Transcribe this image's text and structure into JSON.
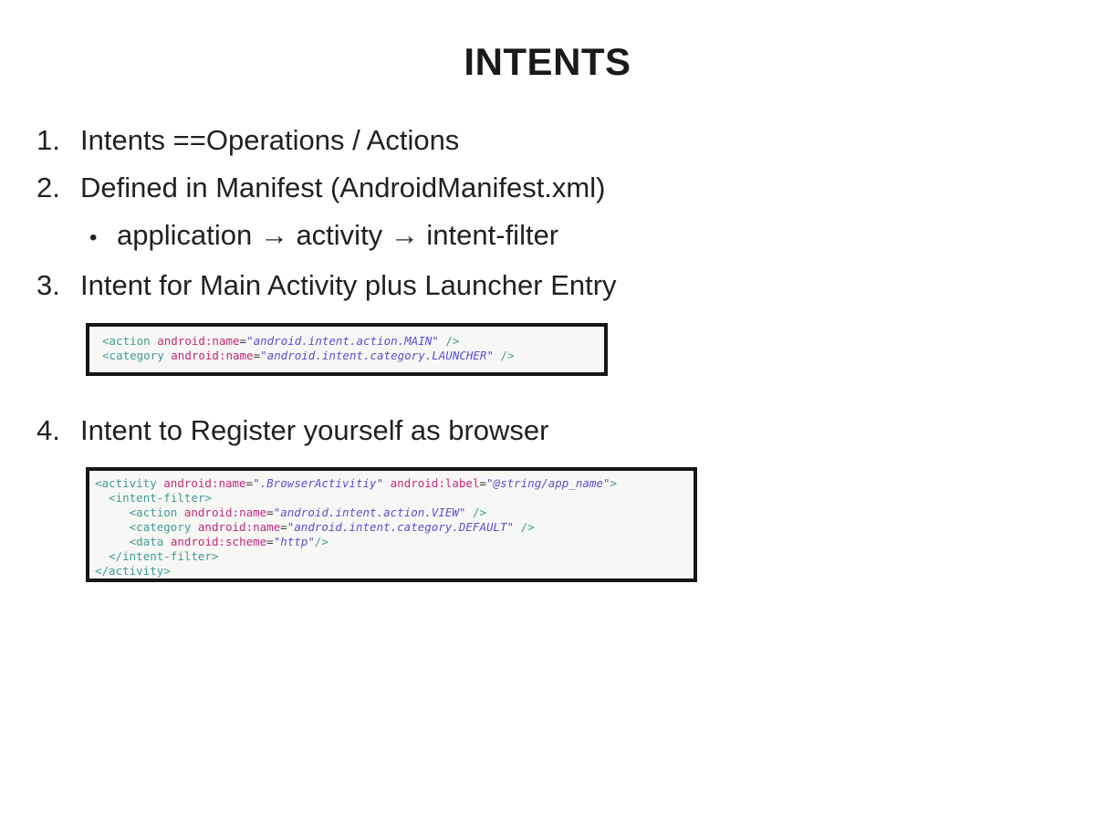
{
  "slide": {
    "title": "INTENTS",
    "background_color": "#ffffff",
    "text_color": "#231f20"
  },
  "list": {
    "items": [
      {
        "number": "1.",
        "text": "Intents ==Operations / Actions"
      },
      {
        "number": "2.",
        "text": "Defined in Manifest (AndroidManifest.xml)"
      }
    ],
    "sub_bullet": {
      "glyph": "•",
      "text": "application → activity → intent-filter"
    },
    "item3": {
      "number": "3.",
      "text": "Intent for Main Activity plus Launcher Entry"
    },
    "item4": {
      "number": "4.",
      "text": "Intent to Register yourself as browser"
    }
  },
  "code_blocks": [
    {
      "name": "main-launcher-intent",
      "border_color": "#151515",
      "background_color": "#f7f7f5",
      "lines": [
        [
          {
            "t": "tag",
            "v": "<action"
          },
          {
            "t": "plain",
            "v": " "
          },
          {
            "t": "attr",
            "v": "android:name"
          },
          {
            "t": "eq",
            "v": "="
          },
          {
            "t": "str",
            "v": "\"android.intent.action.MAIN\""
          },
          {
            "t": "plain",
            "v": " "
          },
          {
            "t": "punct",
            "v": "/>"
          }
        ],
        [
          {
            "t": "tag",
            "v": "<category"
          },
          {
            "t": "plain",
            "v": " "
          },
          {
            "t": "attr",
            "v": "android:name"
          },
          {
            "t": "eq",
            "v": "="
          },
          {
            "t": "str",
            "v": "\"android.intent.category.LAUNCHER\""
          },
          {
            "t": "plain",
            "v": " "
          },
          {
            "t": "punct",
            "v": "/>"
          }
        ]
      ]
    },
    {
      "name": "browser-registration-intent",
      "border_color": "#151515",
      "background_color": "#f7f7f5",
      "lines": [
        [
          {
            "t": "tag",
            "v": "<activity"
          },
          {
            "t": "plain",
            "v": " "
          },
          {
            "t": "attr",
            "v": "android:name"
          },
          {
            "t": "eq",
            "v": "="
          },
          {
            "t": "str",
            "v": "\".BrowserActivitiy\""
          },
          {
            "t": "plain",
            "v": " "
          },
          {
            "t": "attr",
            "v": "android:label"
          },
          {
            "t": "eq",
            "v": "="
          },
          {
            "t": "str",
            "v": "\"@string/app_name\""
          },
          {
            "t": "punct",
            "v": ">"
          }
        ],
        [
          {
            "t": "plain",
            "v": "  "
          },
          {
            "t": "tag",
            "v": "<intent-filter>"
          }
        ],
        [
          {
            "t": "plain",
            "v": "     "
          },
          {
            "t": "tag",
            "v": "<action"
          },
          {
            "t": "plain",
            "v": " "
          },
          {
            "t": "attr",
            "v": "android:name"
          },
          {
            "t": "eq",
            "v": "="
          },
          {
            "t": "str",
            "v": "\"android.intent.action.VIEW\""
          },
          {
            "t": "plain",
            "v": " "
          },
          {
            "t": "punct",
            "v": "/>"
          }
        ],
        [
          {
            "t": "plain",
            "v": "     "
          },
          {
            "t": "tag",
            "v": "<category"
          },
          {
            "t": "plain",
            "v": " "
          },
          {
            "t": "attr",
            "v": "android:name"
          },
          {
            "t": "eq",
            "v": "="
          },
          {
            "t": "str",
            "v": "\"android.intent.category.DEFAULT\""
          },
          {
            "t": "plain",
            "v": " "
          },
          {
            "t": "punct",
            "v": "/>"
          }
        ],
        [
          {
            "t": "plain",
            "v": "     "
          },
          {
            "t": "tag",
            "v": "<data"
          },
          {
            "t": "plain",
            "v": " "
          },
          {
            "t": "attr",
            "v": "android:scheme"
          },
          {
            "t": "eq",
            "v": "="
          },
          {
            "t": "str",
            "v": "\"http\""
          },
          {
            "t": "punct",
            "v": "/>"
          }
        ],
        [
          {
            "t": "plain",
            "v": "  "
          },
          {
            "t": "tag",
            "v": "</intent-filter>"
          }
        ],
        [
          {
            "t": "tag",
            "v": "</activity>"
          }
        ]
      ]
    }
  ],
  "palette": {
    "tag": "#3f9b93",
    "attribute": "#c0297a",
    "string": "#5b4fcf",
    "equals": "#3a3a3a",
    "code_border": "#151515",
    "code_background": "#f7f7f5"
  }
}
